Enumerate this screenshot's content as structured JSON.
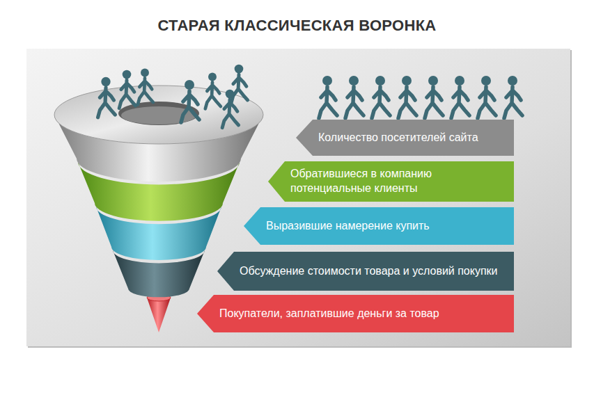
{
  "diagram": {
    "title": "СТАРАЯ КЛАССИЧЕСКАЯ ВОРОНКА",
    "nodes": [
      {
        "text": [
          "Количество посетителей сайта"
        ]
      },
      {
        "text": [
          "Обратившиеся в компанию потенциальные клиенты"
        ]
      },
      {
        "text": [
          "Выразившие намерение купить"
        ]
      },
      {
        "text": [
          "Обсуждение стоимости товара и условий покупки"
        ]
      },
      {
        "text": [
          "Покупатели, заплатившие деньги за товар"
        ]
      }
    ]
  }
}
